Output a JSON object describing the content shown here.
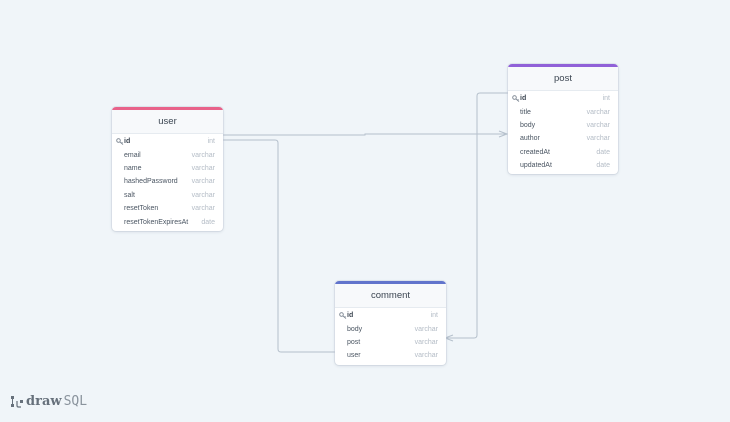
{
  "colors": {
    "background": "#f0f5f9",
    "link_line": "#b5c0cc",
    "user_accent": "#e8628a",
    "post_accent": "#9061d8",
    "comment_accent": "#6174cc"
  },
  "tables": {
    "user": {
      "title": "user",
      "columns": [
        {
          "name": "id",
          "type": "int",
          "primary_key": true
        },
        {
          "name": "email",
          "type": "varchar"
        },
        {
          "name": "name",
          "type": "varchar"
        },
        {
          "name": "hashedPassword",
          "type": "varchar"
        },
        {
          "name": "salt",
          "type": "varchar"
        },
        {
          "name": "resetToken",
          "type": "varchar"
        },
        {
          "name": "resetTokenExpiresAt",
          "type": "date"
        }
      ]
    },
    "post": {
      "title": "post",
      "columns": [
        {
          "name": "id",
          "type": "int",
          "primary_key": true
        },
        {
          "name": "title",
          "type": "varchar"
        },
        {
          "name": "body",
          "type": "varchar"
        },
        {
          "name": "author",
          "type": "varchar"
        },
        {
          "name": "createdAt",
          "type": "date"
        },
        {
          "name": "updatedAt",
          "type": "date"
        }
      ]
    },
    "comment": {
      "title": "comment",
      "columns": [
        {
          "name": "id",
          "type": "int",
          "primary_key": true
        },
        {
          "name": "body",
          "type": "varchar"
        },
        {
          "name": "post",
          "type": "varchar"
        },
        {
          "name": "user",
          "type": "varchar"
        }
      ]
    }
  },
  "relationships": [
    {
      "from": "user.id",
      "to": "post.author",
      "type": "one-to-many"
    },
    {
      "from": "user.id",
      "to": "comment.user",
      "type": "one-to-many"
    },
    {
      "from": "post.id",
      "to": "comment.post",
      "type": "one-to-many"
    }
  ],
  "logo": {
    "bold": "draw",
    "light": "SQL"
  }
}
